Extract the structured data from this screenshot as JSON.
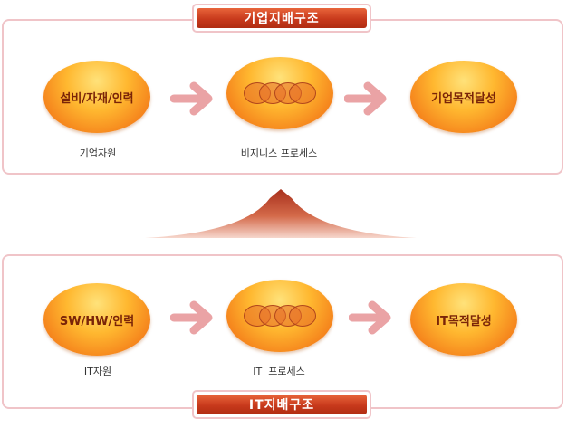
{
  "top": {
    "title": "기업지배구조",
    "ovals": [
      "설비/자재/인력",
      "",
      "기업목적달성"
    ],
    "captions": [
      "기업자원",
      "비지니스 프로세스"
    ]
  },
  "bottom": {
    "title": "IT지배구조",
    "ovals": [
      "SW/HW/인력",
      "",
      "IT목적달성"
    ],
    "captions": [
      "IT자원",
      "IT  프로세스"
    ]
  },
  "colors": {
    "panel_border": "#f0c4c8",
    "title_fill": "#c83a1c",
    "oval_fill": "#ffb830",
    "oval_text": "#7a2408",
    "arrow": "#eaa3a5",
    "peak": "#b84028"
  }
}
